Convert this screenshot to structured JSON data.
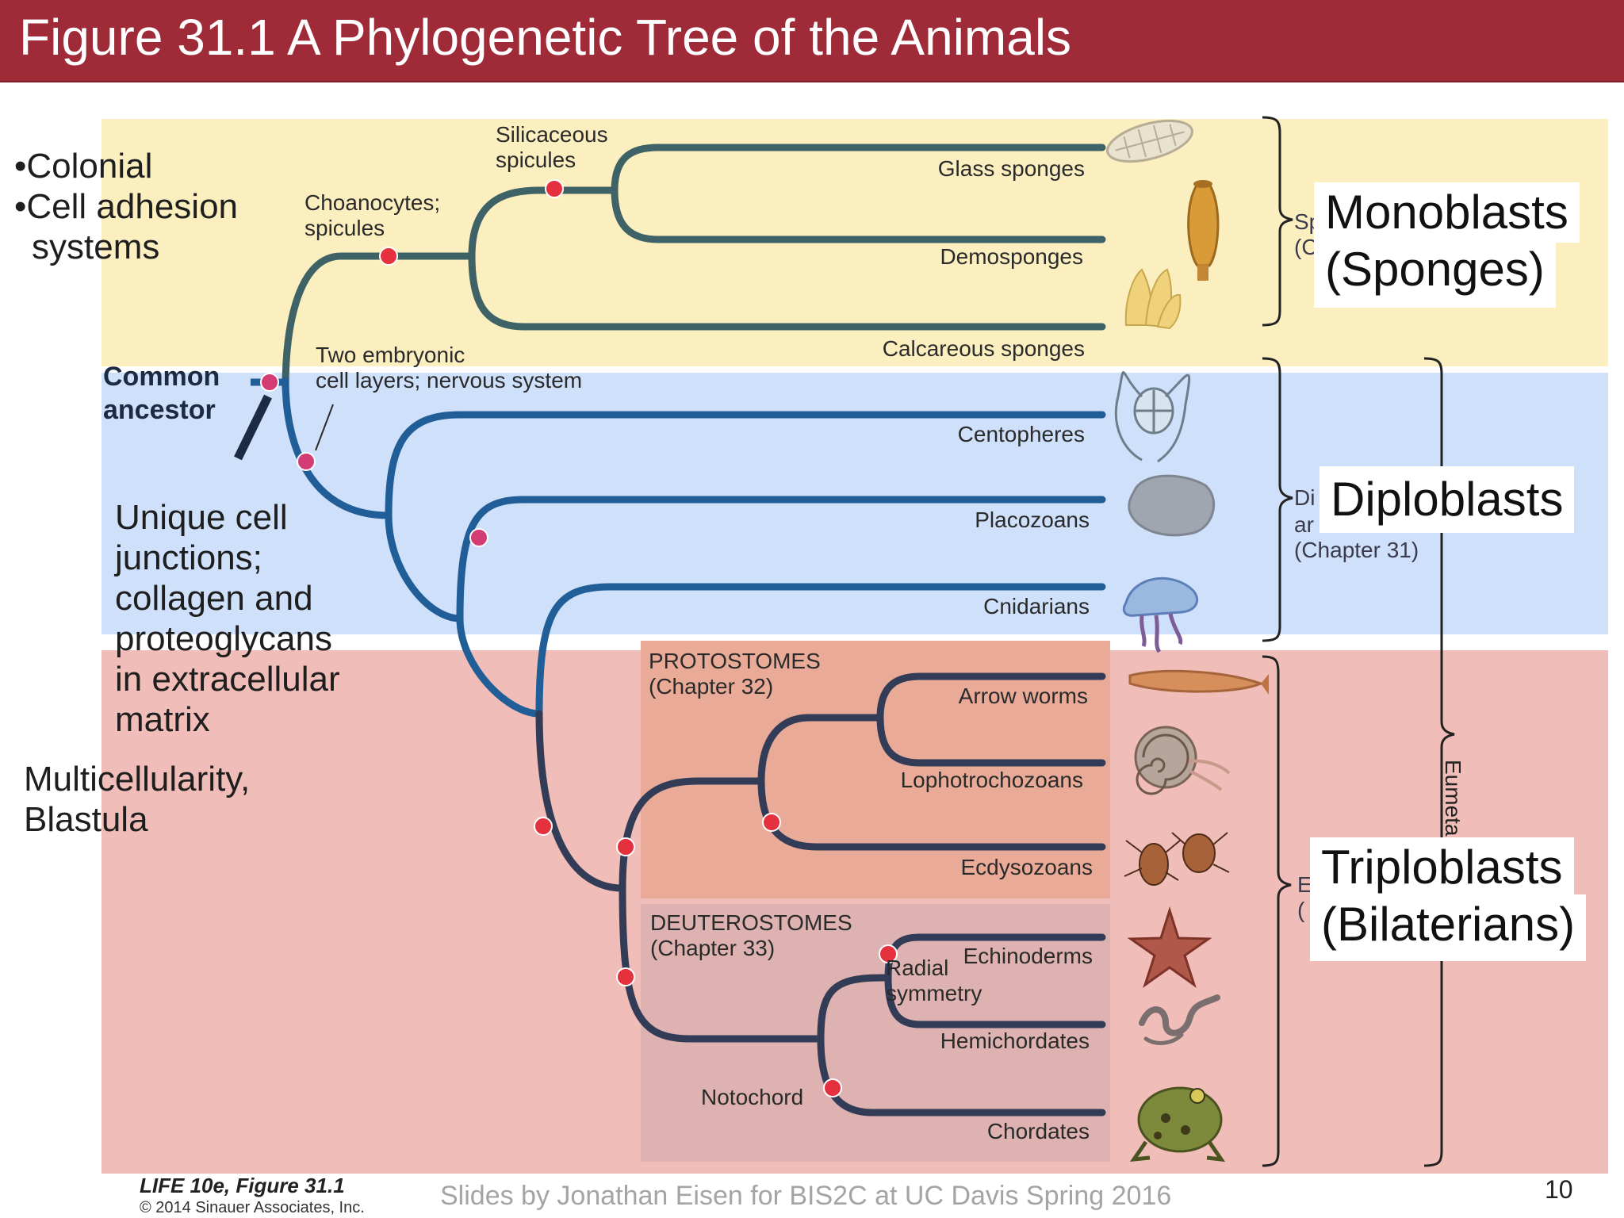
{
  "header": {
    "title": "Figure 31.1  A Phylogenetic Tree of the Animals"
  },
  "left_notes": {
    "colonial": "•Colonial",
    "cell_adhesion_line1": "•Cell adhesion",
    "cell_adhesion_line2": "systems",
    "common_ancestor_line1": "Common",
    "common_ancestor_line2": "ancestor",
    "unique_junctions": [
      "Unique cell",
      "junctions;",
      "collagen and",
      "proteoglycans",
      "in extracellular",
      "matrix"
    ],
    "multicellularity_line1": "Multicellularity,",
    "multicellularity_line2": "Blastula"
  },
  "tree": {
    "trait_silicaceous": [
      "Silicaceous",
      "spicules"
    ],
    "trait_choanocytes": [
      "Choanocytes;",
      "spicules"
    ],
    "trait_two_layers": [
      "Two embryonic",
      "cell layers; nervous system"
    ],
    "trait_radial": [
      "Radial",
      "symmetry"
    ],
    "trait_notochord": "Notochord",
    "group_protostomes": [
      "PROTOSTOMES",
      "(Chapter 32)"
    ],
    "group_deuterostomes": [
      "DEUTEROSTOMES",
      "(Chapter 33)"
    ],
    "taxa": {
      "glass_sponges": "Glass sponges",
      "demosponges": "Demosponges",
      "calcareous_sponges": "Calcareous sponges",
      "ctenophores": "Centopheres",
      "placozoans": "Placozoans",
      "cnidarians": "Cnidarians",
      "arrow_worms": "Arrow worms",
      "lophotrochozoans": "Lophotrochozoans",
      "ecdysozoans": "Ecdysozoans",
      "echinoderms": "Echinoderms",
      "hemichordates": "Hemichordates",
      "chordates": "Chordates"
    }
  },
  "brackets": {
    "monoblasts": [
      "Monoblasts",
      "(Sponges)"
    ],
    "diploblasts": "Diploblasts",
    "triploblasts": [
      "Triploblasts",
      "(Bilaterians)"
    ],
    "sponges_partial": [
      "Sp",
      "(C"
    ],
    "diplo_partial": [
      "Di",
      "ar",
      "(Chapter 31)"
    ],
    "eumetazoa_partial": "Eumeta:",
    "tri_partial": [
      "E",
      "("
    ]
  },
  "footer": {
    "book_title": "LIFE 10e, Figure 31.1",
    "copyright": "© 2014 Sinauer Associates, Inc.",
    "credit": "Slides by Jonathan Eisen for BIS2C at UC Davis Spring 2016",
    "page_number": "10"
  },
  "colors": {
    "header_bg": "#9e2b37",
    "sponge_band": "#fbefc0",
    "diplo_band": "#cfe0fb",
    "triplo_band": "#f0bdb8",
    "protostome_box": "#e9ab98",
    "deuterostome_box": "#ddb2b0",
    "branch_sponge": "#3f6266",
    "branch_diplo": "#215d96",
    "branch_triplo": "#333c57",
    "node_red": "#e5303e",
    "node_pink": "#d43d74"
  }
}
